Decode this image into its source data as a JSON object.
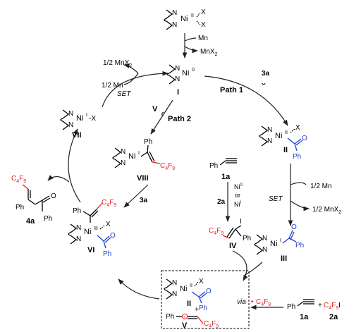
{
  "species": {
    "start_complex": {
      "metal": "Ni",
      "ox": "II",
      "x1": "X",
      "x2": "X"
    },
    "I": {
      "metal": "Ni",
      "ox": "0",
      "label": "I"
    },
    "II": {
      "metal": "Ni",
      "ox": "II",
      "x": "X",
      "acyl": "O",
      "ph": "Ph",
      "label": "II"
    },
    "III": {
      "metal": "Ni",
      "ox": "I",
      "acyl": "O",
      "ph": "Ph",
      "label": "III"
    },
    "IV": {
      "i": "I",
      "ph": "Ph",
      "rf": "C4F9",
      "label": "IV"
    },
    "V": {
      "label": "V",
      "ph": "Ph",
      "rf": "C4F9",
      "plus": "+"
    },
    "VI": {
      "metal": "Ni",
      "ox": "III",
      "x": "X",
      "ph": "Ph",
      "rf": "C4F9",
      "acyl": "O",
      "acylph": "Ph",
      "label": "VI"
    },
    "VII": {
      "metal": "Ni",
      "ox": "I",
      "x": "-X",
      "label": "VII"
    },
    "VIII": {
      "metal": "Ni",
      "ox": "I",
      "ph": "Ph",
      "rf": "C4F9",
      "label": "VIII"
    },
    "product": {
      "rf": "C4F9",
      "ph": "Ph",
      "acyl": "O",
      "acylph": "Ph",
      "label": "4a"
    },
    "center_alkyne": {
      "ph": "Ph",
      "label": "1a"
    },
    "bottom_alkyne": {
      "ph": "Ph",
      "label": "1a",
      "plus": "+",
      "rfi": "C4F9I",
      "rfi_label": "2a"
    },
    "box_II": {
      "metal": "Ni",
      "ox": "II",
      "x": "X",
      "acyl": "O",
      "ph": "Ph",
      "label": "II"
    }
  },
  "arrows": {
    "mn": "Mn",
    "mnx2": "MnX2",
    "path1": "Path 1",
    "path2": "Path 2",
    "step_3a_top": "3a",
    "step_V": "V",
    "step_3a_mid": "3a",
    "set_left": "SET",
    "half_mn_left": "1/2 Mn",
    "half_mnx2_left": "1/2 MnX2",
    "set_right": "SET",
    "half_mn_right": "1/2 Mn",
    "half_mnx2_right": "1/2 MnX2",
    "step_2a": "2a",
    "ni0": "Ni0",
    "or": "or",
    "ni1": "NiI",
    "via": "via",
    "via_radical": "• C4F9"
  }
}
